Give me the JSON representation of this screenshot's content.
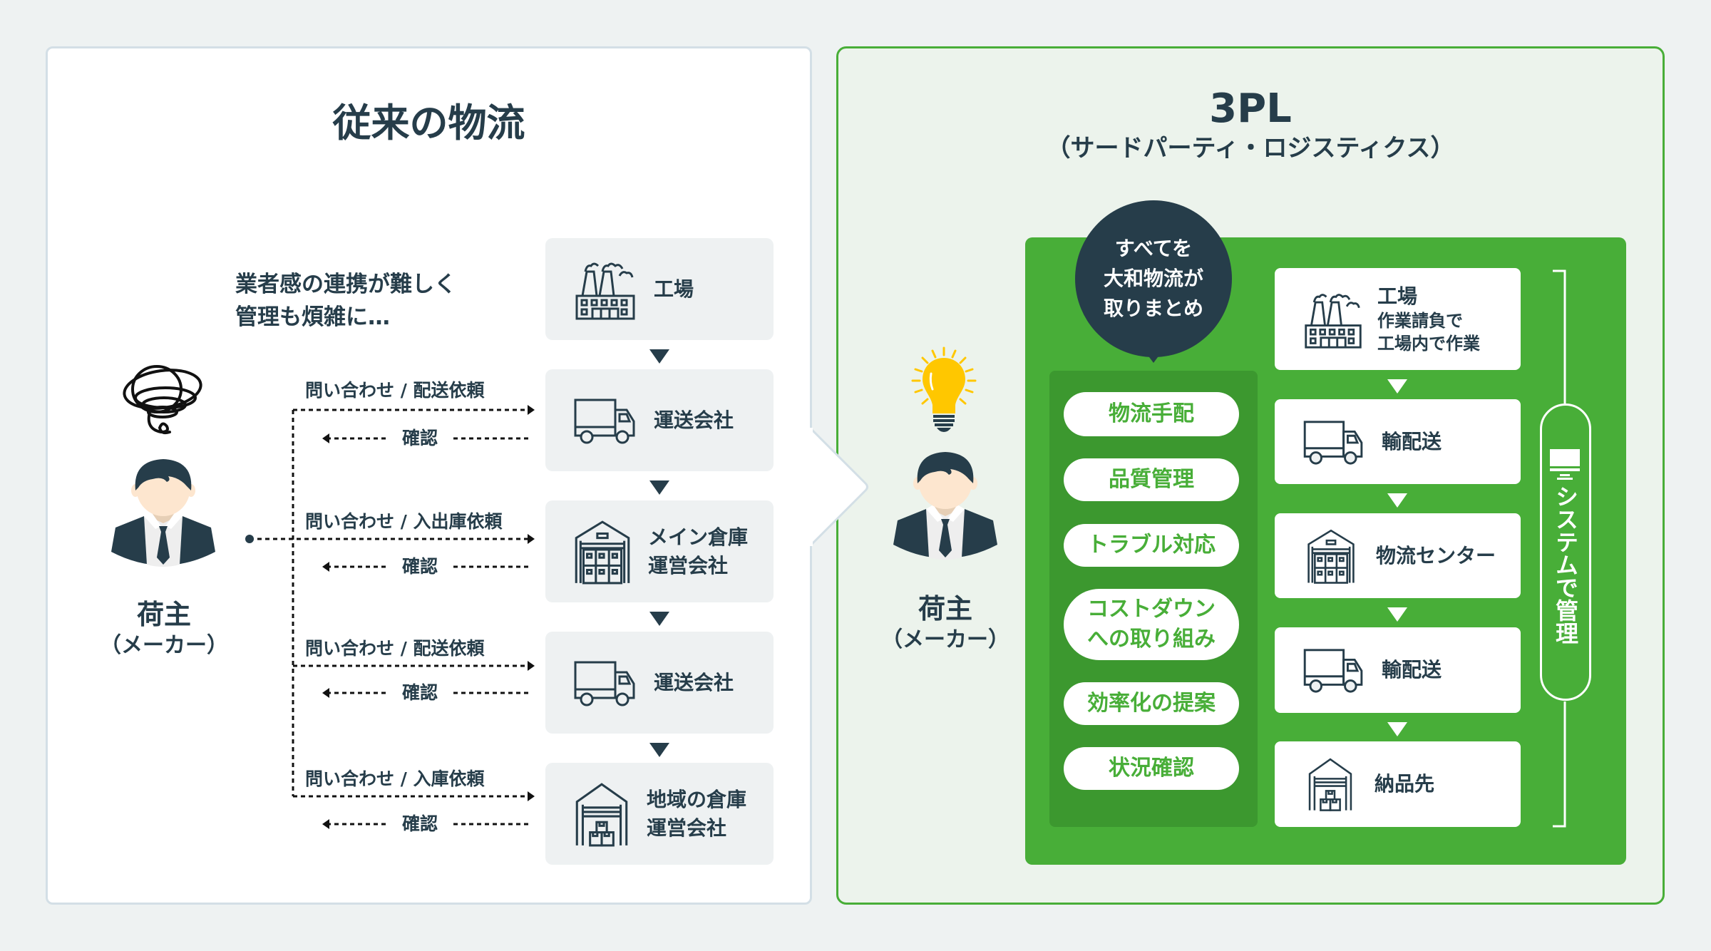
{
  "colors": {
    "dark": "#263d4a",
    "green": "#48ae38",
    "dark_green": "#3c982f",
    "bulb": "#ffc700",
    "background": "#eef2f2"
  },
  "left": {
    "title": "従来の物流",
    "note_line1": "業者感の連携が難しく",
    "note_line2": "管理も煩雑に…",
    "person": {
      "icon": "confused-businessman-icon",
      "label": "荷主",
      "sub": "（メーカー）"
    },
    "flow": [
      {
        "icon": "factory-icon",
        "label": "工場"
      },
      {
        "icon": "truck-icon",
        "label": "運送会社",
        "request": "問い合わせ / 配送依頼",
        "confirm": "確認"
      },
      {
        "icon": "warehouse-icon",
        "label": "メイン倉庫\n運営会社",
        "label_line1": "メイン倉庫",
        "label_line2": "運営会社",
        "request": "問い合わせ / 入出庫依頼",
        "confirm": "確認"
      },
      {
        "icon": "truck-icon",
        "label": "運送会社",
        "request": "問い合わせ / 配送依頼",
        "confirm": "確認"
      },
      {
        "icon": "local-warehouse-icon",
        "label_line1": "地域の倉庫",
        "label_line2": "運営会社",
        "request": "問い合わせ / 入庫依頼",
        "confirm": "確認"
      }
    ]
  },
  "right": {
    "title": "3PL",
    "subtitle": "（サードパーティ・ロジスティクス）",
    "person": {
      "icon": "idea-businessman-icon",
      "label": "荷主",
      "sub": "（メーカー）"
    },
    "bubble": {
      "line1": "すべてを",
      "line2": "大和物流が",
      "line3": "取りまとめ"
    },
    "services": [
      {
        "line1": "物流手配"
      },
      {
        "line1": "品質管理"
      },
      {
        "line1": "トラブル対応"
      },
      {
        "line1": "コストダウン",
        "line2": "への取り組み"
      },
      {
        "line1": "効率化の提案"
      },
      {
        "line1": "状況確認"
      }
    ],
    "flow": [
      {
        "icon": "factory-icon",
        "label": "工場",
        "desc1": "作業請負で",
        "desc2": "工場内で作業"
      },
      {
        "icon": "truck-icon",
        "label": "輸配送"
      },
      {
        "icon": "warehouse-icon",
        "label": "物流センター"
      },
      {
        "icon": "truck-icon",
        "label": "輸配送"
      },
      {
        "icon": "local-warehouse-icon",
        "label": "納品先"
      }
    ],
    "system_label": "システムで管理",
    "system_icon": "monitor-icon"
  }
}
